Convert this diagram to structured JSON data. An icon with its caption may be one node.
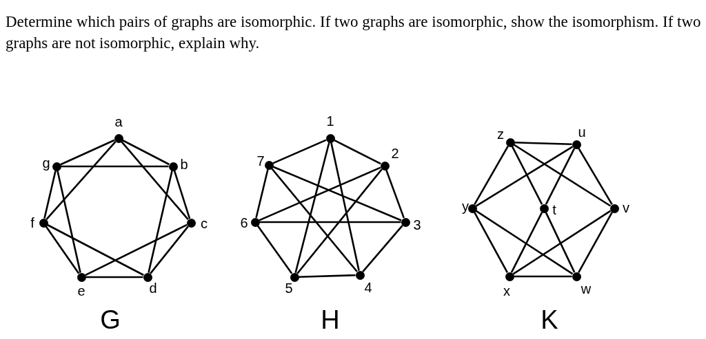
{
  "diagram": {
    "nodes": [
      {
        "text": [
          "a"
        ]
      },
      {
        "text": [
          "b"
        ]
      },
      {
        "text": [
          "c"
        ]
      },
      {
        "text": [
          "d"
        ]
      },
      {
        "text": [
          "e"
        ]
      },
      {
        "text": [
          "f"
        ]
      },
      {
        "text": [
          "g"
        ]
      },
      {
        "text": [
          "1"
        ]
      },
      {
        "text": [
          "2"
        ]
      },
      {
        "text": [
          "3"
        ]
      },
      {
        "text": [
          "4"
        ]
      },
      {
        "text": [
          "5"
        ]
      },
      {
        "text": [
          "6"
        ]
      },
      {
        "text": [
          "7"
        ]
      },
      {
        "text": [
          "z"
        ]
      },
      {
        "text": [
          "u"
        ]
      },
      {
        "text": [
          "y"
        ]
      },
      {
        "text": [
          "t"
        ]
      },
      {
        "text": [
          "v"
        ]
      },
      {
        "text": [
          "x"
        ]
      },
      {
        "text": [
          "w"
        ]
      }
    ],
    "edges": [
      {
        "from": 0,
        "to": 6,
        "arrow": "none"
      },
      {
        "from": 0,
        "to": 1,
        "arrow": "none"
      },
      {
        "from": 0,
        "to": 2,
        "arrow": "none"
      },
      {
        "from": 0,
        "to": 5,
        "arrow": "none"
      },
      {
        "from": 6,
        "to": 1,
        "arrow": "none"
      },
      {
        "from": 6,
        "to": 5,
        "arrow": "none"
      },
      {
        "from": 6,
        "to": 4,
        "arrow": "none"
      },
      {
        "from": 1,
        "to": 2,
        "arrow": "none"
      },
      {
        "from": 1,
        "to": 3,
        "arrow": "none"
      },
      {
        "from": 2,
        "to": 3,
        "arrow": "none"
      },
      {
        "from": 2,
        "to": 4,
        "arrow": "none"
      },
      {
        "from": 5,
        "to": 4,
        "arrow": "none"
      },
      {
        "from": 5,
        "to": 3,
        "arrow": "none"
      },
      {
        "from": 4,
        "to": 3,
        "arrow": "none"
      },
      {
        "from": 7,
        "to": 13,
        "arrow": "none"
      },
      {
        "from": 7,
        "to": 8,
        "arrow": "none"
      },
      {
        "from": 7,
        "to": 11,
        "arrow": "none"
      },
      {
        "from": 7,
        "to": 10,
        "arrow": "none"
      },
      {
        "from": 13,
        "to": 12,
        "arrow": "none"
      },
      {
        "from": 13,
        "to": 9,
        "arrow": "none"
      },
      {
        "from": 13,
        "to": 10,
        "arrow": "none"
      },
      {
        "from": 8,
        "to": 9,
        "arrow": "none"
      },
      {
        "from": 8,
        "to": 12,
        "arrow": "none"
      },
      {
        "from": 8,
        "to": 11,
        "arrow": "none"
      },
      {
        "from": 12,
        "to": 9,
        "arrow": "none"
      },
      {
        "from": 12,
        "to": 11,
        "arrow": "none"
      },
      {
        "from": 9,
        "to": 10,
        "arrow": "none"
      },
      {
        "from": 11,
        "to": 10,
        "arrow": "none"
      },
      {
        "from": 14,
        "to": 15,
        "arrow": "none"
      },
      {
        "from": 14,
        "to": 16,
        "arrow": "none"
      },
      {
        "from": 14,
        "to": 17,
        "arrow": "none"
      },
      {
        "from": 14,
        "to": 18,
        "arrow": "none"
      },
      {
        "from": 15,
        "to": 16,
        "arrow": "none"
      },
      {
        "from": 15,
        "to": 17,
        "arrow": "none"
      },
      {
        "from": 15,
        "to": 18,
        "arrow": "none"
      },
      {
        "from": 16,
        "to": 19,
        "arrow": "none"
      },
      {
        "from": 16,
        "to": 20,
        "arrow": "none"
      },
      {
        "from": 17,
        "to": 19,
        "arrow": "none"
      },
      {
        "from": 17,
        "to": 20,
        "arrow": "none"
      },
      {
        "from": 18,
        "to": 19,
        "arrow": "none"
      },
      {
        "from": 18,
        "to": 20,
        "arrow": "none"
      },
      {
        "from": 19,
        "to": 20,
        "arrow": "none"
      }
    ],
    "labels": [
      "Determine which pairs of graphs are isomorphic. If two graphs are isomorphic, show the isomorphism. If two graphs are not isomorphic, explain why.",
      "G",
      "H",
      "K"
    ]
  }
}
